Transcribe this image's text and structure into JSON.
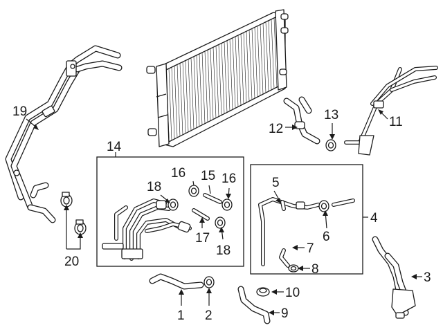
{
  "callouts": {
    "c1": "1",
    "c2": "2",
    "c3": "3",
    "c4": "4",
    "c5": "5",
    "c6": "6",
    "c7": "7",
    "c8": "8",
    "c9": "9",
    "c10": "10",
    "c11": "11",
    "c12": "12",
    "c13": "13",
    "c14": "14",
    "c15": "15",
    "c16a": "16",
    "c16b": "16",
    "c17": "17",
    "c18a": "18",
    "c18b": "18",
    "c19": "19",
    "c20": "20"
  },
  "colors": {
    "line": "#1a1a1a",
    "background": "#ffffff"
  }
}
